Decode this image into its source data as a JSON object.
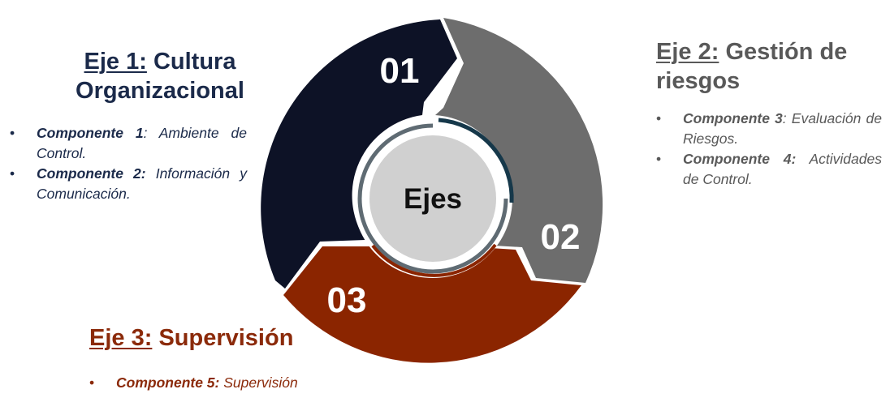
{
  "center": {
    "label": "Ejes"
  },
  "segments": [
    {
      "number": "01",
      "color": "#0d1226"
    },
    {
      "number": "02",
      "color": "#6d6d6d"
    },
    {
      "number": "03",
      "color": "#8b2500"
    }
  ],
  "axes": [
    {
      "prefix": "Eje 1:",
      "title": "Cultura Organizacional",
      "components": [
        {
          "name": "Componente 1",
          "desc": ": Ambiente de Control."
        },
        {
          "name": "Componente 2:",
          "desc": " Información y Comunicación."
        }
      ]
    },
    {
      "prefix": "Eje 2:",
      "title": "Gestión de riesgos",
      "components": [
        {
          "name": "Componente 3",
          "desc": ": Evaluación de Riesgos."
        },
        {
          "name": "Componente 4:",
          "desc": " Actividades de Control."
        }
      ]
    },
    {
      "prefix": "Eje 3:",
      "title": "Supervisión",
      "components": [
        {
          "name": "Componente 5:",
          "desc": " Supervisión"
        }
      ]
    }
  ],
  "colors": {
    "ring_outer": "#5f6b73",
    "ring_accent": "#16384a",
    "center_fill": "#d0d0d0",
    "axis1_text": "#1b2a4a",
    "axis2_text": "#595959",
    "axis3_text": "#8b2a0a"
  }
}
